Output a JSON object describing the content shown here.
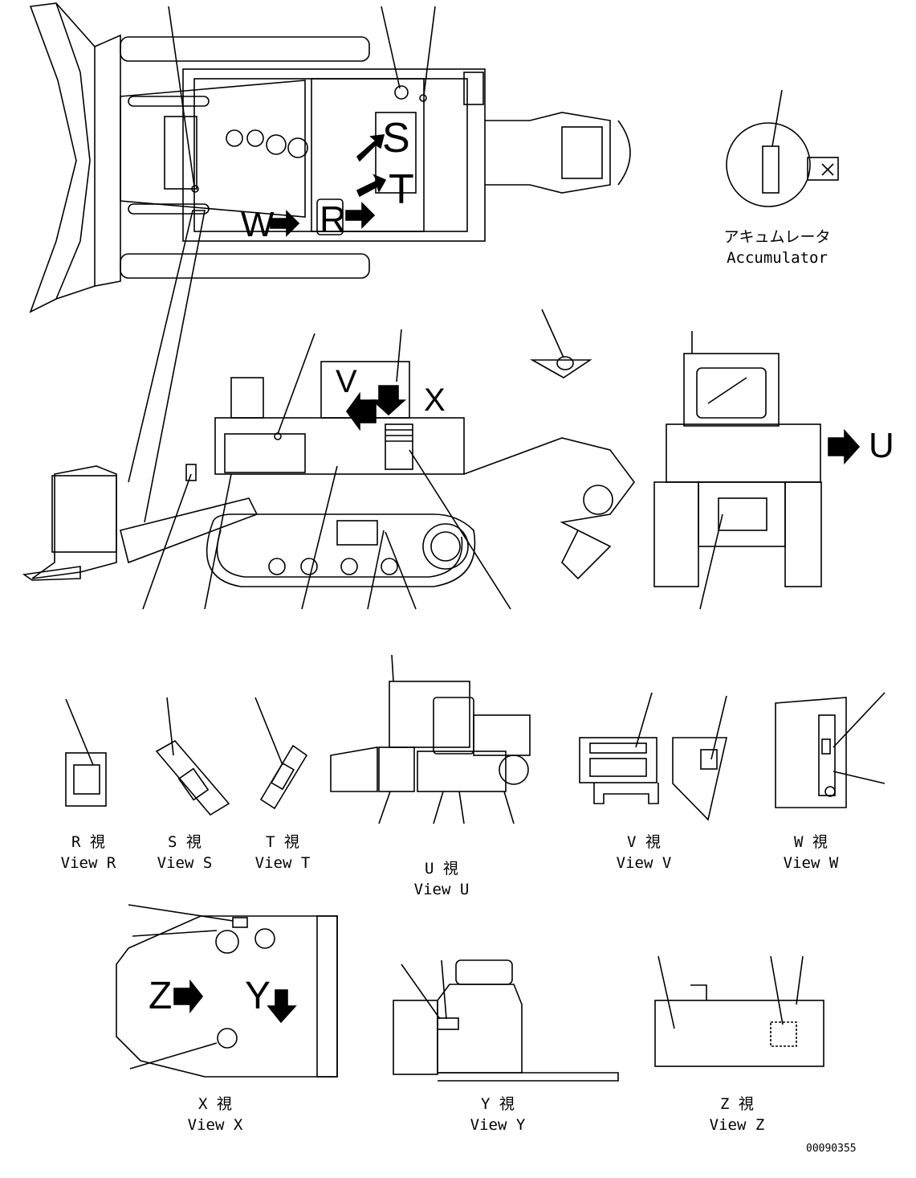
{
  "letters": {
    "S": "S",
    "T": "T",
    "W": "W",
    "R": "R",
    "V": "V",
    "X": "X",
    "U": "U",
    "Y": "Y",
    "Z": "Z"
  },
  "accumulator": {
    "jp": "アキュムレータ",
    "en": "Accumulator"
  },
  "views": {
    "R": {
      "jp": "R 視",
      "en": "View R"
    },
    "S": {
      "jp": "S 視",
      "en": "View S"
    },
    "T": {
      "jp": "T 視",
      "en": "View T"
    },
    "U": {
      "jp": "U 視",
      "en": "View U"
    },
    "V": {
      "jp": "V 視",
      "en": "View V"
    },
    "W": {
      "jp": "W 視",
      "en": "View W"
    },
    "X": {
      "jp": "X 視",
      "en": "View X"
    },
    "Y": {
      "jp": "Y 視",
      "en": "View Y"
    },
    "Z": {
      "jp": "Z 視",
      "en": "View Z"
    }
  },
  "drawing_number": "00090355"
}
